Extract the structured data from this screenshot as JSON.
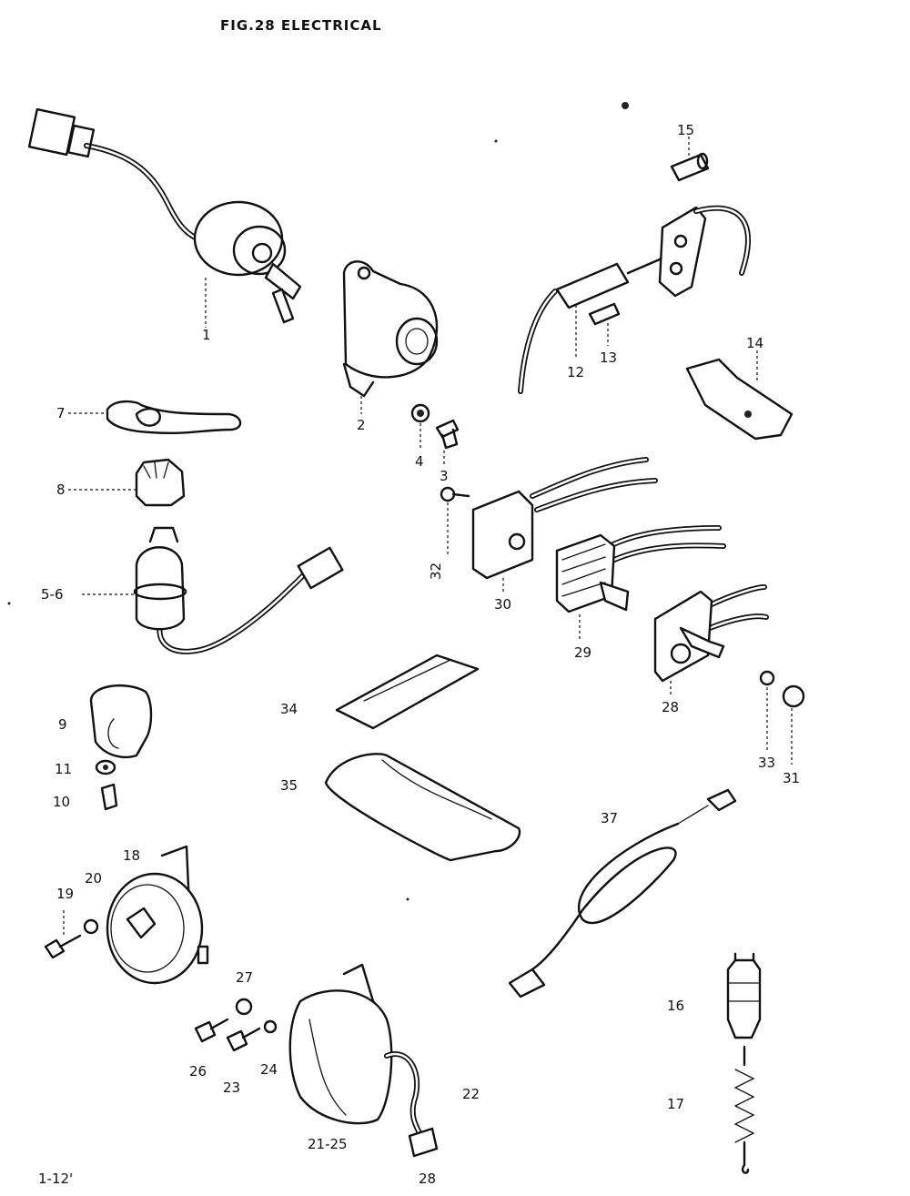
{
  "title": "FIG.28  ELECTRICAL",
  "labels": {
    "l1": "1",
    "l2": "2",
    "l3": "3",
    "l4": "4",
    "l56": "5-6",
    "l7": "7",
    "l8": "8",
    "l9": "9",
    "l10": "10",
    "l11": "11",
    "l12": "12",
    "l13": "13",
    "l14": "14",
    "l15": "15",
    "l16": "16",
    "l17": "17",
    "l18": "18",
    "l19": "19",
    "l20": "20",
    "l2125": "21-25",
    "l22": "22",
    "l23": "23",
    "l24": "24",
    "l26": "26",
    "l27": "27",
    "l28": "28",
    "l29": "29",
    "l30": "30",
    "l31": "31",
    "l32": "32",
    "l33": "33",
    "l34": "34",
    "l35": "35",
    "l37": "37"
  },
  "footer": {
    "left": "1-12'",
    "bottom": "28"
  }
}
